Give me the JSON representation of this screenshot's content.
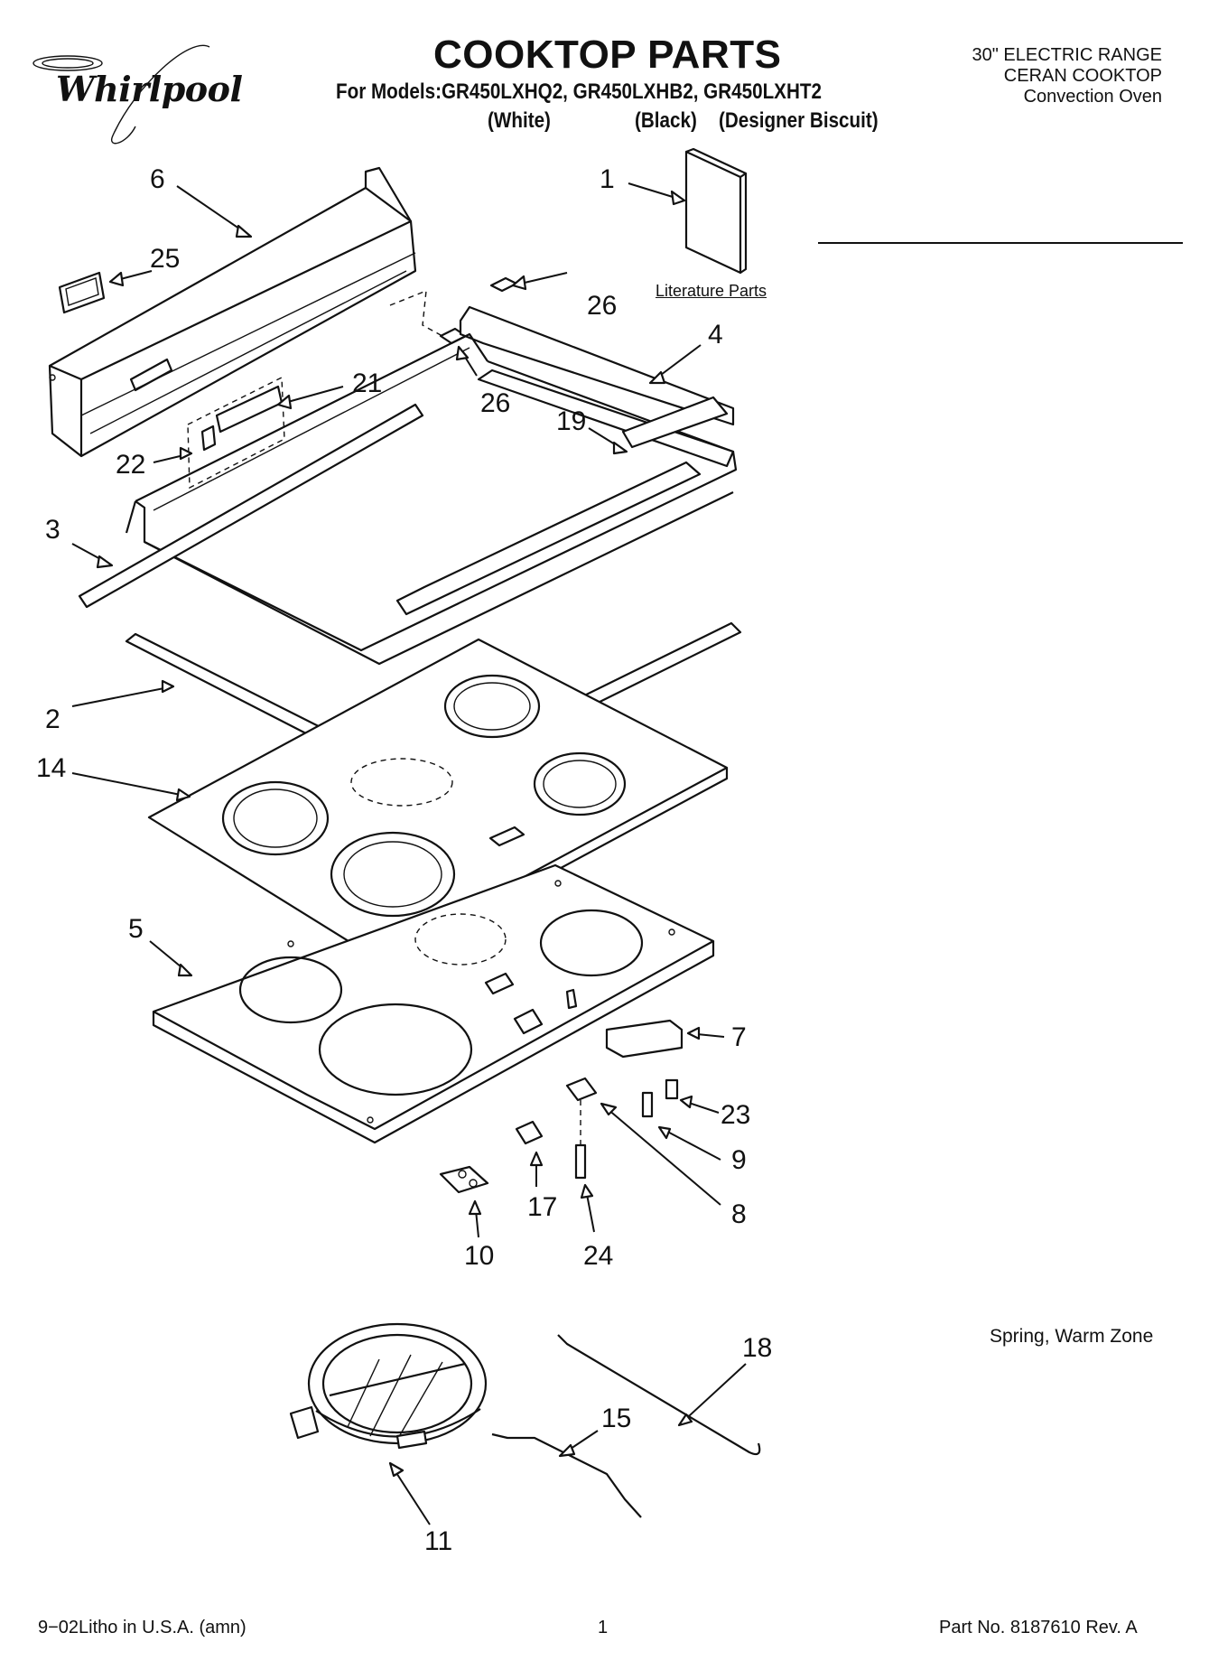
{
  "header": {
    "brand": "Whirlpool",
    "title": "COOKTOP PARTS",
    "models": "For Models:GR450LXHQ2, GR450LXHB2, GR450LXHT2",
    "variant_white": "(White)",
    "variant_black": "(Black)",
    "variant_biscuit": "(Designer Biscuit)",
    "range_type": "30\" ELECTRIC RANGE",
    "cooktop_type": "CERAN COOKTOP",
    "oven_type": "Convection Oven"
  },
  "labels": {
    "literature_parts": "Literature Parts",
    "spring_warm_zone": "Spring, Warm Zone"
  },
  "callouts": {
    "c1": "1",
    "c2": "2",
    "c3": "3",
    "c4": "4",
    "c5": "5",
    "c6": "6",
    "c7": "7",
    "c8": "8",
    "c9": "9",
    "c10": "10",
    "c11": "11",
    "c14": "14",
    "c15": "15",
    "c17": "17",
    "c18": "18",
    "c19": "19",
    "c21": "21",
    "c22": "22",
    "c23": "23",
    "c24": "24",
    "c25": "25",
    "c26a": "26",
    "c26b": "26"
  },
  "footer": {
    "litho": "9−02Litho in U.S.A. (amn)",
    "page": "1",
    "part_no": "Part No. 8187610 Rev. A"
  }
}
